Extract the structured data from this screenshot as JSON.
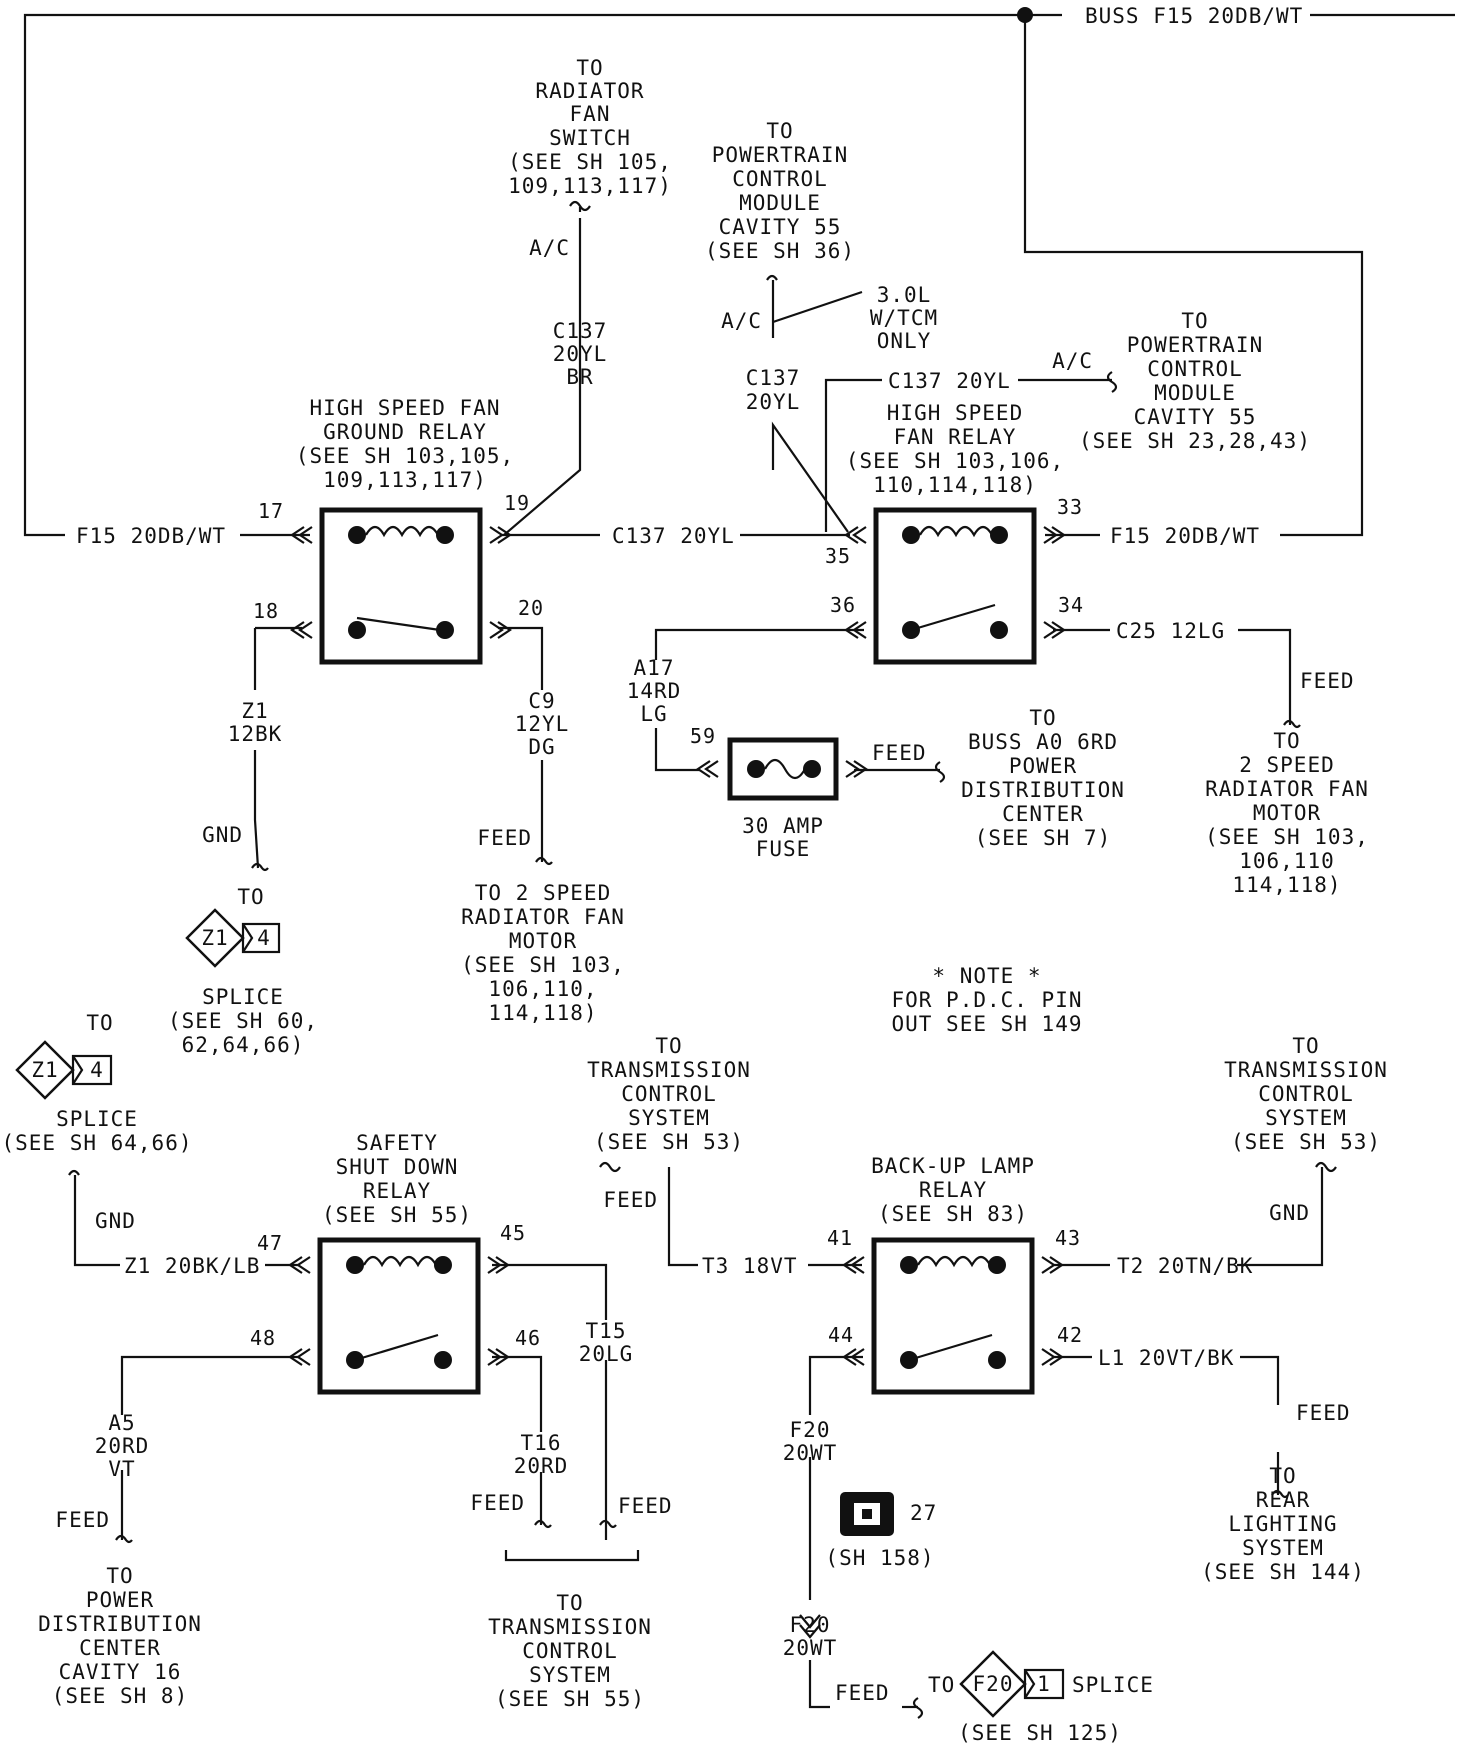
{
  "buss": {
    "label": "BUSS F15 20DB/WT"
  },
  "fan_switch": {
    "lines": [
      "TO",
      "RADIATOR",
      "FAN",
      "SWITCH",
      "(SEE SH 105,",
      "109,113,117)"
    ],
    "ac": "A/C",
    "wire": [
      "C137",
      "20YL",
      "BR"
    ]
  },
  "pcm_top": {
    "lines": [
      "TO",
      "POWERTRAIN",
      "CONTROL",
      "MODULE",
      "CAVITY 55",
      "(SEE SH 36)"
    ],
    "ac": "A/C",
    "note": [
      "3.0L",
      "W/TCM",
      "ONLY"
    ],
    "wire": [
      "C137",
      "20YL"
    ]
  },
  "pcm_right": {
    "wire": "C137 20YL",
    "ac": "A/C",
    "lines": [
      "TO",
      "POWERTRAIN",
      "CONTROL",
      "MODULE",
      "CAVITY 55",
      "(SEE SH 23,28,43)"
    ]
  },
  "hs_ground_relay": {
    "title": [
      "HIGH SPEED FAN",
      "GROUND RELAY",
      "(SEE SH 103,105,",
      "109,113,117)"
    ],
    "pins": {
      "p17": "17",
      "p18": "18",
      "p19": "19",
      "p20": "20"
    },
    "left_wire": "F15 20DB/WT",
    "mid_wire": "C137 20YL",
    "z1": [
      "Z1",
      "12BK"
    ],
    "gnd": "GND",
    "c9": [
      "C9",
      "12YL",
      "DG"
    ],
    "feed": "FEED",
    "motor": [
      "TO 2 SPEED",
      "RADIATOR FAN",
      "MOTOR",
      "(SEE SH 103,",
      "106,110,",
      "114,118)"
    ],
    "splice_to": "TO",
    "splice_id": "Z1",
    "splice_num": "4",
    "splice": [
      "SPLICE",
      "(SEE SH 60,",
      "62,64,66)"
    ]
  },
  "hs_fan_relay": {
    "title": [
      "HIGH SPEED",
      "FAN RELAY",
      "(SEE SH 103,106,",
      "110,114,118)"
    ],
    "pins": {
      "p33": "33",
      "p34": "34",
      "p35": "35",
      "p36": "36",
      "p59": "59"
    },
    "right_wire": "F15 20DB/WT",
    "c25": "C25 12LG",
    "a17": [
      "A17",
      "14RD",
      "LG"
    ],
    "fuse": [
      "30 AMP",
      "FUSE"
    ],
    "feed": "FEED",
    "pdc": [
      "TO",
      "BUSS A0 6RD",
      "POWER",
      "DISTRIBUTION",
      "CENTER",
      "(SEE SH 7)"
    ],
    "feed2": "FEED",
    "motor": [
      "TO",
      "2 SPEED",
      "RADIATOR FAN",
      "MOTOR",
      "(SEE SH 103,",
      "106,110",
      "114,118)"
    ]
  },
  "note": [
    "* NOTE *",
    "FOR P.D.C. PIN",
    "OUT SEE SH 149"
  ],
  "splice_left": {
    "to": "TO",
    "id": "Z1",
    "num": "4",
    "lines": [
      "SPLICE",
      "(SEE SH 64,66)"
    ],
    "gnd": "GND"
  },
  "asd_relay": {
    "title": [
      "SAFETY",
      "SHUT DOWN",
      "RELAY",
      "(SEE SH 55)"
    ],
    "pins": {
      "p45": "45",
      "p46": "46",
      "p47": "47",
      "p48": "48"
    },
    "z1": "Z1 20BK/LB",
    "a5": [
      "A5",
      "20RD",
      "VT"
    ],
    "feed": "FEED",
    "pdc": [
      "TO",
      "POWER",
      "DISTRIBUTION",
      "CENTER",
      "CAVITY 16",
      "(SEE SH 8)"
    ],
    "t16": [
      "T16",
      "20RD"
    ],
    "t15": [
      "T15",
      "20LG"
    ],
    "feed_a": "FEED",
    "feed_b": "FEED",
    "tcs": [
      "TO",
      "TRANSMISSION",
      "CONTROL",
      "SYSTEM",
      "(SEE SH 55)"
    ]
  },
  "tcs_top": {
    "lines": [
      "TO",
      "TRANSMISSION",
      "CONTROL",
      "SYSTEM",
      "(SEE SH 53)"
    ],
    "feed": "FEED"
  },
  "backup_relay": {
    "title": [
      "BACK-UP LAMP",
      "RELAY",
      "(SEE SH 83)"
    ],
    "pins": {
      "p41": "41",
      "p42": "42",
      "p43": "43",
      "p44": "44"
    },
    "t3": "T3 18VT",
    "t2": "T2 20TN/BK",
    "l1": "L1 20VT/BK",
    "gnd": "GND",
    "feed": "FEED",
    "tcs_right": [
      "TO",
      "TRANSMISSION",
      "CONTROL",
      "SYSTEM",
      "(SEE SH 53)"
    ],
    "rear": [
      "TO",
      "REAR",
      "LIGHTING",
      "SYSTEM",
      "(SEE SH 144)"
    ],
    "f20a": [
      "F20",
      "20WT"
    ],
    "f20b": [
      "F20",
      "20WT"
    ],
    "conn_num": "27",
    "conn_sh": "(SH 158)",
    "feed2": "FEED",
    "to2": "TO",
    "splice_id": "F20",
    "splice_num": "1",
    "splice": "SPLICE",
    "splice_sh": "(SEE SH 125)"
  }
}
